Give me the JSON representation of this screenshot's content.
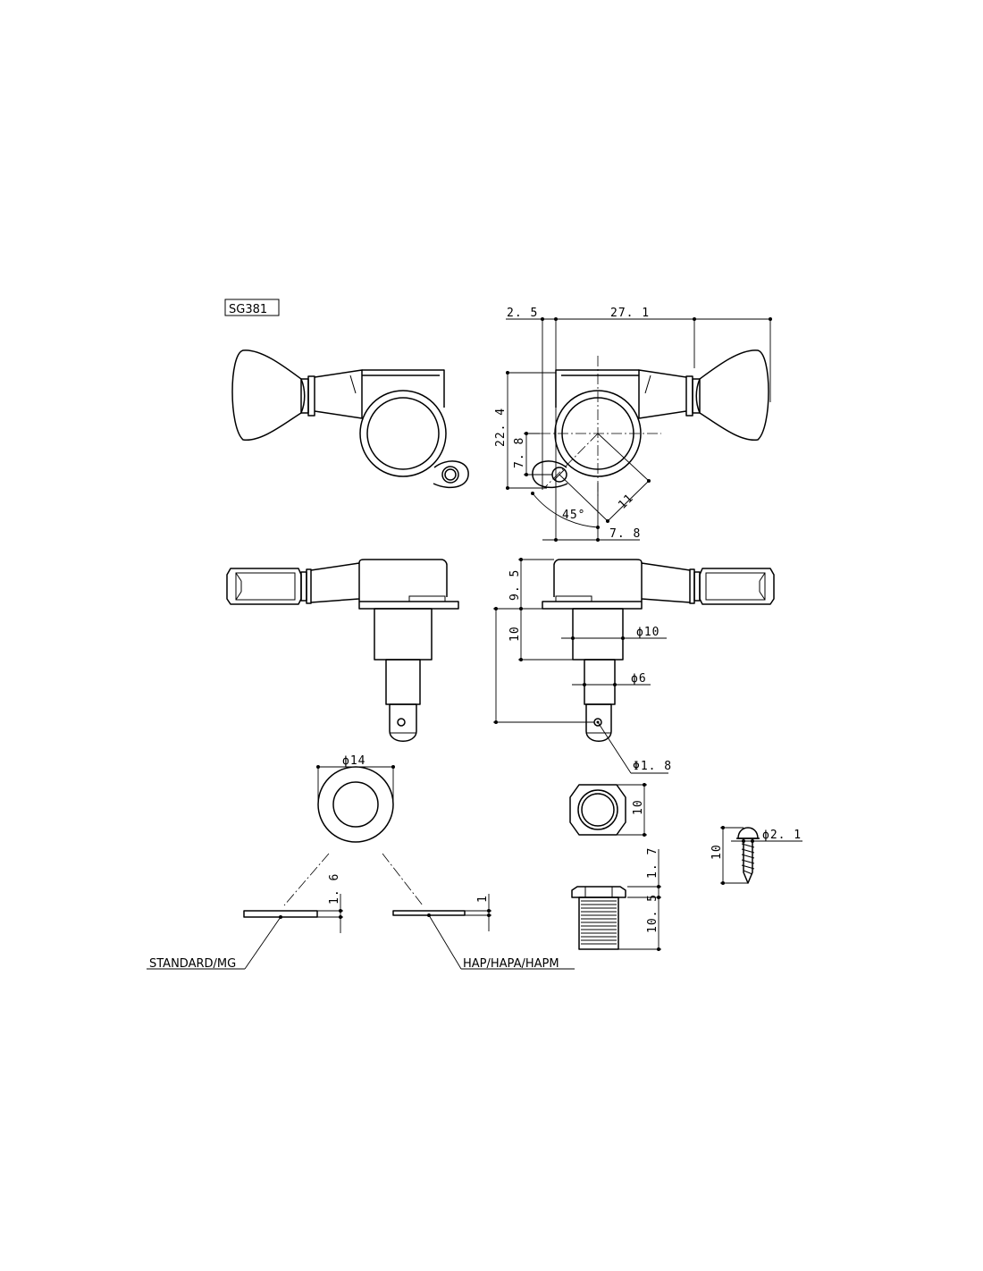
{
  "model": "SG381",
  "dimensions": {
    "d_2_5": "2. 5",
    "d_27_1": "27. 1",
    "d_22_4": "22. 4",
    "d_7_8_v": "7. 8",
    "d_11": "11",
    "d_45": "45°",
    "d_7_8_h": "7. 8",
    "d_9_5": "9. 5",
    "d_10_v": "10",
    "d_phi10": "ϕ10",
    "d_phi6": "ϕ6",
    "d_phi1_8": "Φ1. 8",
    "d_phi14": "ϕ14",
    "d_1_6": "1. 6",
    "d_1": "1",
    "d_nut_10": "10",
    "d_1_7": "1. 7",
    "d_10_5": "10. 5",
    "d_screw_10": "10",
    "d_phi2_1": "ϕ2. 1"
  },
  "labels": {
    "washer_standard": "STANDARD/MG",
    "washer_hap": "HAP/HAPA/HAPM"
  }
}
